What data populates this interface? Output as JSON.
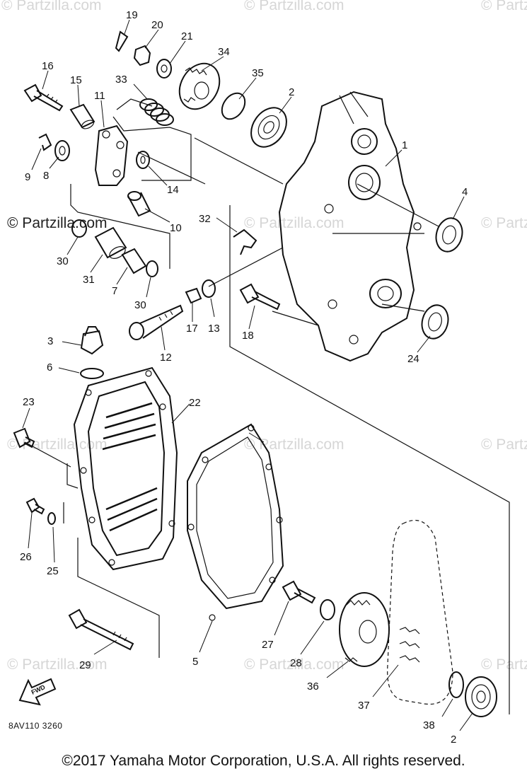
{
  "watermark": {
    "brand": "Partzilla.com",
    "symbol": "©",
    "main_text": "© Partzilla.com"
  },
  "diagram": {
    "drawing_code": "8AV110 3260",
    "direction_marker": "FWD",
    "callouts": {
      "c1": "1",
      "c2a": "2",
      "c2b": "2",
      "c3": "3",
      "c4": "4",
      "c5": "5",
      "c6": "6",
      "c7": "7",
      "c8": "8",
      "c9": "9",
      "c10": "10",
      "c11": "11",
      "c12": "12",
      "c13": "13",
      "c14": "14",
      "c15": "15",
      "c16": "16",
      "c17": "17",
      "c18": "18",
      "c19": "19",
      "c20": "20",
      "c21": "21",
      "c22": "22",
      "c23": "23",
      "c24": "24",
      "c25": "25",
      "c26": "26",
      "c27": "27",
      "c28": "28",
      "c29": "29",
      "c30a": "30",
      "c30b": "30",
      "c31": "31",
      "c32": "32",
      "c33": "33",
      "c34": "34",
      "c35": "35",
      "c36": "36",
      "c37": "37",
      "c38": "38"
    }
  },
  "footer": {
    "copyright": "©2017 Yamaha Motor Corporation, U.S.A. All rights reserved."
  }
}
